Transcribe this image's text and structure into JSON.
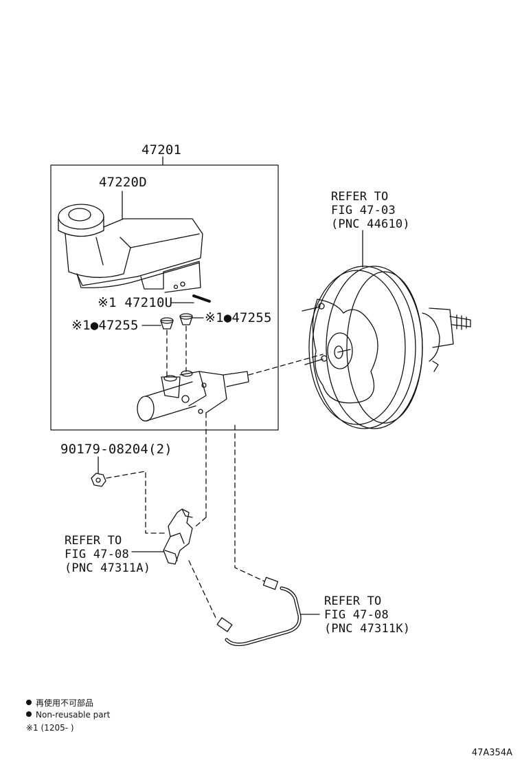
{
  "labels": {
    "assembly": "47201",
    "reservoir": "47220D",
    "pin": "※1 47210U",
    "grommet_left": "※1●47255",
    "grommet_right": "※1●47255",
    "bolt": "90179-08204(2)"
  },
  "refs": {
    "booster": [
      "REFER TO",
      "FIG 47-03",
      "(PNC 44610)"
    ],
    "valve": [
      "REFER TO",
      "FIG 47-08",
      "(PNC 47311A)"
    ],
    "tube": [
      "REFER TO",
      "FIG 47-08",
      "(PNC 47311K)"
    ]
  },
  "legend": {
    "jp": "再使用不可部品",
    "en": "Non-reusable part",
    "note": "※1 (1205-      )"
  },
  "illustration_code": "47A354A"
}
